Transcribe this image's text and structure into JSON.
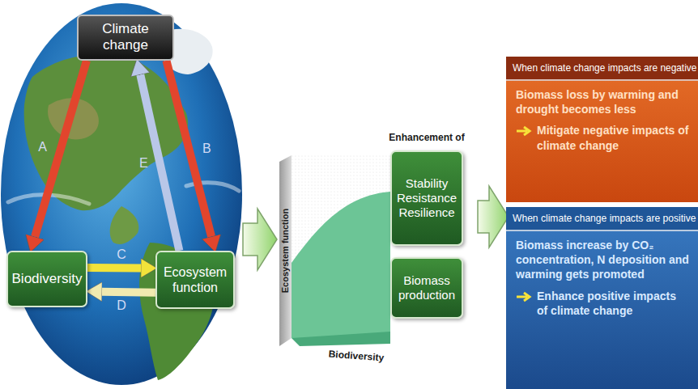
{
  "diagram": {
    "nodes": [
      {
        "text": [
          "Climate change"
        ]
      },
      {
        "text": [
          "Biodiversity"
        ]
      },
      {
        "text": [
          "Ecosystem function"
        ]
      },
      {
        "text": [
          "Stability Resistance Resilience"
        ]
      },
      {
        "text": [
          "Biomass production"
        ]
      },
      {
        "text": [
          "When climate change impacts are negative",
          "Biomass loss by warming and drought becomes less",
          "Mitigate negative impacts of climate change"
        ]
      },
      {
        "text": [
          "When climate change impacts are positive",
          "Biomass increase by CO₂ concentration, N deposition and warming gets promoted",
          "Enhance positive impacts of climate change"
        ]
      }
    ],
    "edges": [
      {
        "from": 0,
        "to": 1,
        "arrow": "to",
        "label": "A"
      },
      {
        "from": 0,
        "to": 2,
        "arrow": "to",
        "label": "B"
      },
      {
        "from": 1,
        "to": 2,
        "arrow": "to",
        "label": "C"
      },
      {
        "from": 2,
        "to": 1,
        "arrow": "to",
        "label": "D"
      },
      {
        "from": 2,
        "to": 0,
        "arrow": "to",
        "label": "E"
      }
    ],
    "labels": [
      "Enhancement of",
      "Ecosystem function",
      "Biodiversity"
    ]
  }
}
